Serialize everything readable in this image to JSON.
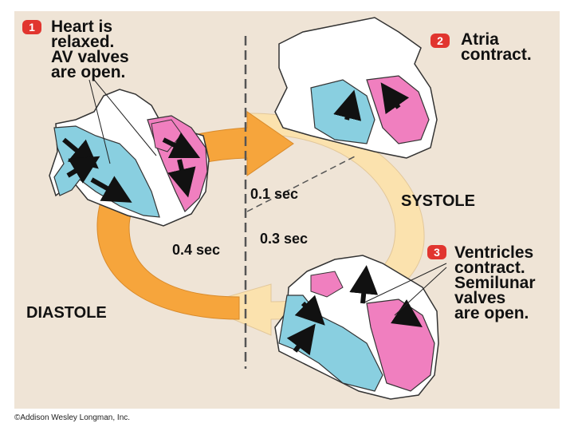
{
  "colors": {
    "background": "#efe4d6",
    "blood_blue": "#89cfe0",
    "blood_pink": "#f07fbf",
    "orange_arrow": "#f6a53c",
    "cream_arrow": "#fbe2ae",
    "badge_red": "#e1352f"
  },
  "steps": [
    {
      "number": "1",
      "lines": [
        "Heart is",
        "relaxed.",
        "AV valves",
        "are open."
      ]
    },
    {
      "number": "2",
      "lines": [
        "Atria",
        "contract."
      ]
    },
    {
      "number": "3",
      "lines": [
        "Ventricles",
        "contract.",
        "Semilunar",
        "valves",
        "are open."
      ]
    }
  ],
  "phases": {
    "systole": "SYSTOLE",
    "diastole": "DIASTOLE"
  },
  "timings": {
    "t1": "0.1 sec",
    "t2": "0.3 sec",
    "t3": "0.4 sec"
  },
  "copyright": "©Addison Wesley Longman, Inc.",
  "icons": [
    "heart-diagram-icon",
    "arrow-icon"
  ]
}
